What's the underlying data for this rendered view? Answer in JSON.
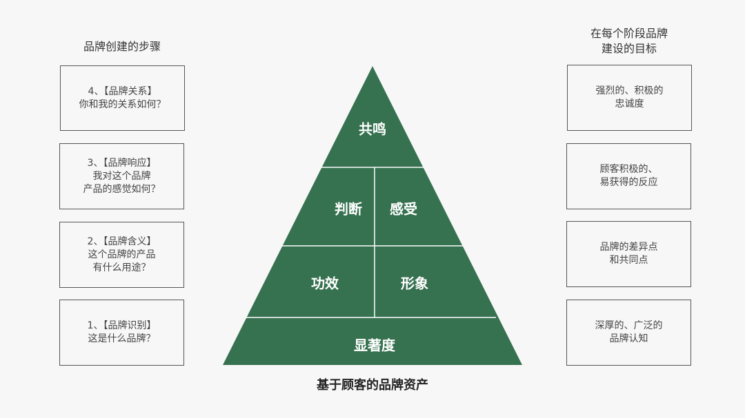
{
  "left_column": {
    "title": "品牌创建的步骤",
    "steps": [
      {
        "text": "4、【品牌关系】\n你和我的关系如何？"
      },
      {
        "text": "3、【品牌响应】\n我对这个品牌\n产品的感觉如何？"
      },
      {
        "text": "2、【品牌含义】\n这个品牌的产品\n有什么用途？"
      },
      {
        "text": "1、【品牌识别】\n这是什么品牌？"
      }
    ]
  },
  "right_column": {
    "title": "在每个阶段品牌\n建设的目标",
    "goals": [
      {
        "text": "强烈的、积极的\n忠诚度"
      },
      {
        "text": "顾客积极的、\n易获得的反应"
      },
      {
        "text": "品牌的差异点\n和共同点"
      },
      {
        "text": "深厚的、广泛的\n品牌认知"
      }
    ]
  },
  "pyramid": {
    "fill_color": "#367150",
    "line_color": "#ffffff",
    "levels": {
      "top": "共鸣",
      "upper_left": "判断",
      "upper_right": "感受",
      "lower_left": "功效",
      "lower_right": "形象",
      "base": "显著度"
    },
    "caption": "基于顾客的品牌资产"
  }
}
